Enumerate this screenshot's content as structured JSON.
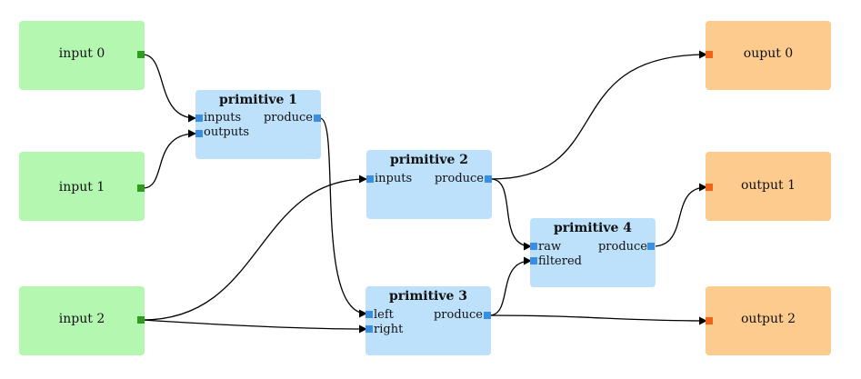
{
  "inputs": [
    {
      "label": "input 0"
    },
    {
      "label": "input 1"
    },
    {
      "label": "input 2"
    }
  ],
  "primitives": [
    {
      "title": "primitive 1",
      "ports_in": [
        "inputs",
        "outputs"
      ],
      "port_out": "produce"
    },
    {
      "title": "primitive 2",
      "ports_in": [
        "inputs"
      ],
      "port_out": "produce"
    },
    {
      "title": "primitive 3",
      "ports_in": [
        "left",
        "right"
      ],
      "port_out": "produce"
    },
    {
      "title": "primitive 4",
      "ports_in": [
        "raw",
        "filtered"
      ],
      "port_out": "produce"
    }
  ],
  "outputs": [
    {
      "label": "ouput 0"
    },
    {
      "label": "output 1"
    },
    {
      "label": "output 2"
    }
  ],
  "edges": [
    {
      "from": "input 0",
      "to": "primitive 1.inputs"
    },
    {
      "from": "input 1",
      "to": "primitive 1.outputs"
    },
    {
      "from": "input 2",
      "to": "primitive 2.inputs"
    },
    {
      "from": "input 2",
      "to": "primitive 3.right"
    },
    {
      "from": "primitive 1.produce",
      "to": "primitive 3.left"
    },
    {
      "from": "primitive 2.produce",
      "to": "ouput 0"
    },
    {
      "from": "primitive 2.produce",
      "to": "primitive 4.raw"
    },
    {
      "from": "primitive 3.produce",
      "to": "primitive 4.filtered"
    },
    {
      "from": "primitive 3.produce",
      "to": "output 2"
    },
    {
      "from": "primitive 4.produce",
      "to": "output 1"
    }
  ],
  "colors": {
    "input_fill": "#b3f7b0",
    "primitive_fill": "#bde0fb",
    "output_fill": "#fecb8e",
    "input_port": "#2e9c1f",
    "primitive_port": "#3a8fe0",
    "output_port": "#f06418"
  }
}
